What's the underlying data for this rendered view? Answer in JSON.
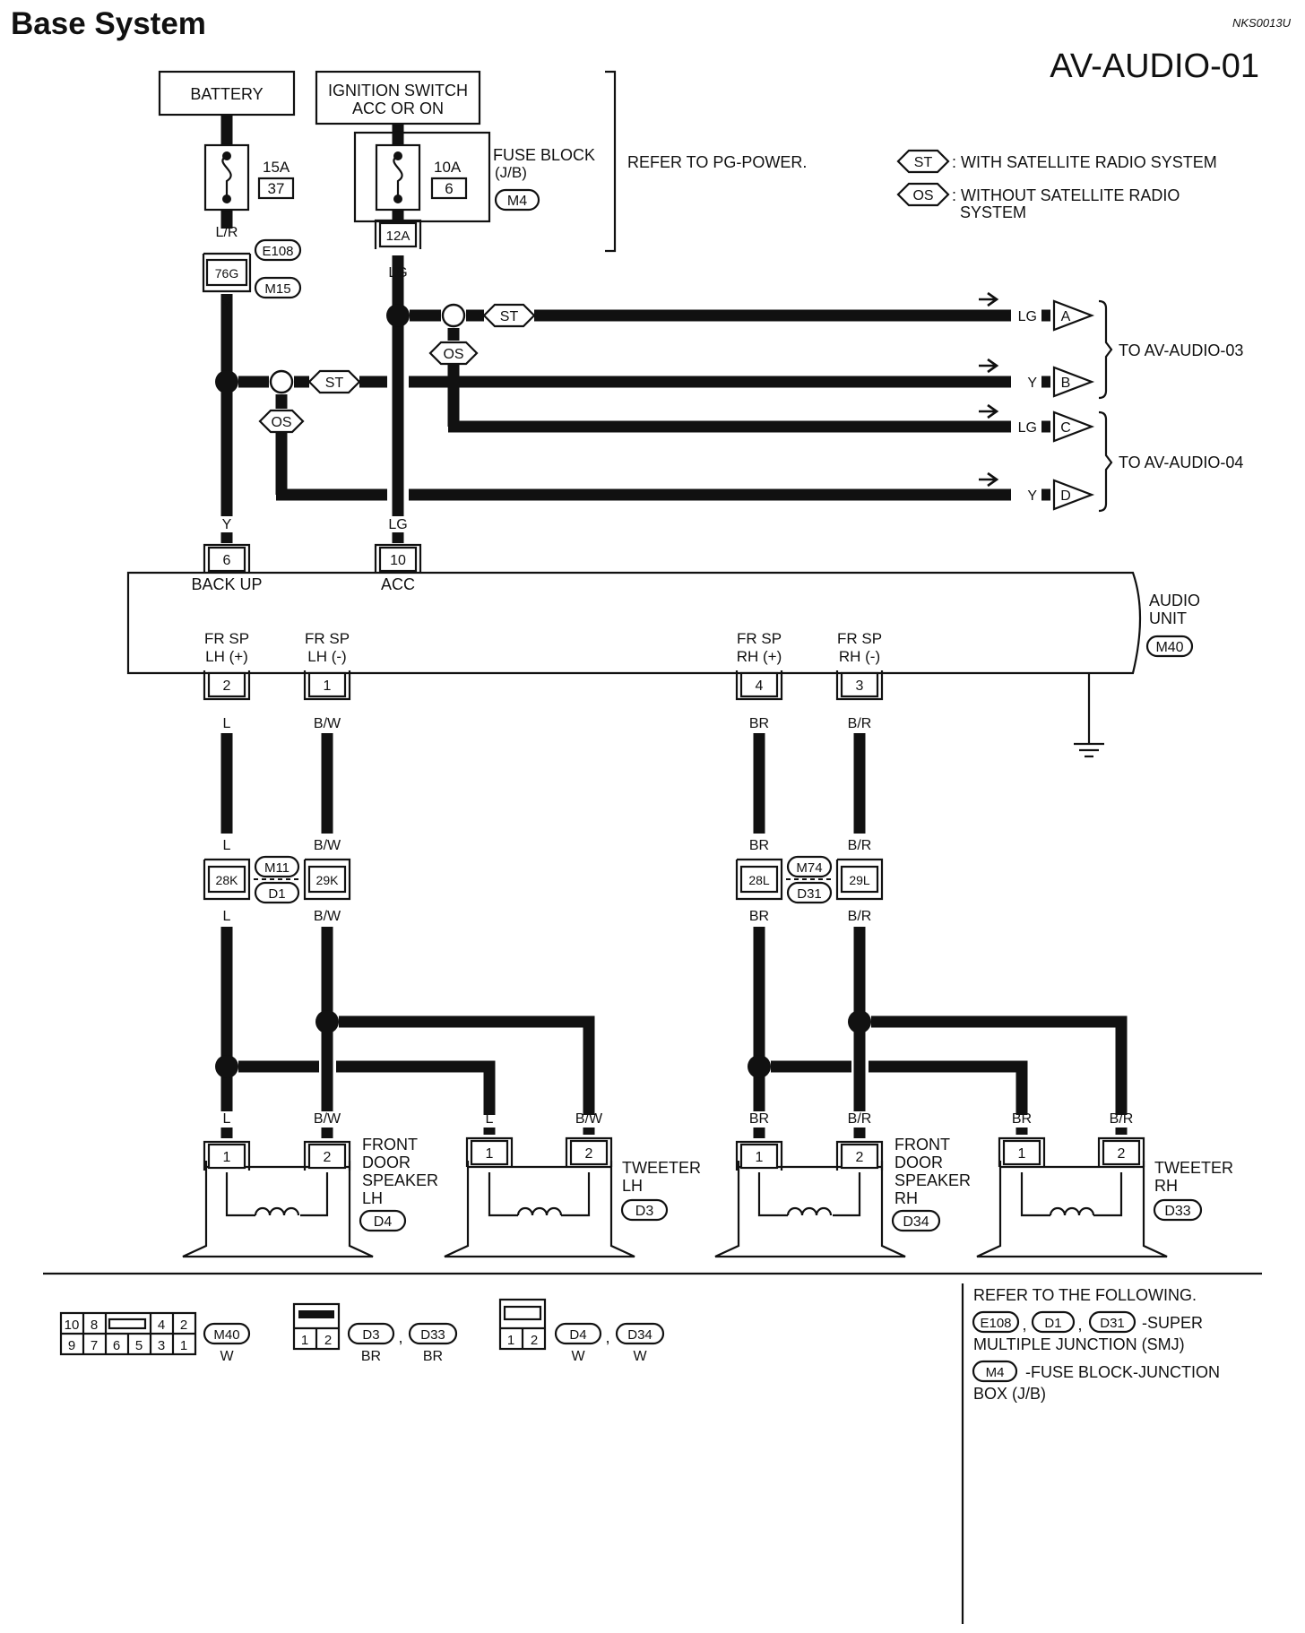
{
  "header": {
    "title": "Base System",
    "doc_code": "NKS0013U",
    "diagram_id": "AV-AUDIO-01"
  },
  "power": {
    "battery": "BATTERY",
    "ignition_line1": "IGNITION SWITCH",
    "ignition_line2": "ACC OR ON",
    "fuse1_amp": "15A",
    "fuse1_no": "37",
    "fuse2_amp": "10A",
    "fuse2_no": "6",
    "fuse_block_line1": "FUSE BLOCK",
    "fuse_block_line2": "(J/B)",
    "fuse_block_conn": "M4",
    "refer_pg": "REFER TO PG-POWER.",
    "conn_12a": "12A",
    "conn_76g": "76G",
    "e108": "E108",
    "m15": "M15"
  },
  "legend": {
    "st": "ST",
    "st_desc": ": WITH SATELLITE RADIO SYSTEM",
    "os": "OS",
    "os_desc_1": ": WITHOUT SATELLITE RADIO",
    "os_desc_2": "SYSTEM"
  },
  "wires": {
    "lr": "L/R",
    "y": "Y",
    "lg": "LG",
    "l": "L",
    "bw": "B/W",
    "br": "BR",
    "b_r": "B/R"
  },
  "outputs": {
    "a": "A",
    "b": "B",
    "c": "C",
    "d": "D",
    "to_03": "TO AV-AUDIO-03",
    "to_04": "TO AV-AUDIO-04"
  },
  "audio_unit": {
    "pin_backup": "6",
    "backup": "BACK UP",
    "pin_acc": "10",
    "acc": "ACC",
    "label_1": "AUDIO",
    "label_2": "UNIT",
    "conn": "M40",
    "fr_sp": "FR SP",
    "lh_plus": "LH (+)",
    "lh_minus": "LH (-)",
    "rh_plus": "RH (+)",
    "rh_minus": "RH (-)",
    "pin_lh_plus": "2",
    "pin_lh_minus": "1",
    "pin_rh_plus": "4",
    "pin_rh_minus": "3"
  },
  "junctions": {
    "lh_left": "28K",
    "lh_right": "29K",
    "lh_top": "M11",
    "lh_bottom": "D1",
    "rh_left": "28L",
    "rh_right": "29L",
    "rh_top": "M74",
    "rh_bottom": "D31"
  },
  "speakers": {
    "pin1": "1",
    "pin2": "2",
    "front_door": "FRONT",
    "door": "DOOR",
    "speaker": "SPEAKER",
    "lh": "LH",
    "rh": "RH",
    "tweeter": "TWEETER",
    "d4": "D4",
    "d3": "D3",
    "d34": "D34",
    "d33": "D33"
  },
  "connectors": {
    "m40_pins_top": [
      "10",
      "8",
      "",
      "4",
      "2"
    ],
    "m40_pins_bottom": [
      "9",
      "7",
      "6",
      "5",
      "3",
      "1"
    ],
    "m40": "M40",
    "m40_color": "W",
    "p1": "1",
    "p2": "2",
    "d3": "D3",
    "d33": "D33",
    "br": "BR",
    "d4": "D4",
    "d34": "D34",
    "w": "W",
    "comma": ","
  },
  "references": {
    "title": "REFER TO THE FOLLOWING.",
    "c1": "E108",
    "c2": "D1",
    "c3": "D31",
    "smj_1": "-SUPER",
    "smj_2": "MULTIPLE JUNCTION (SMJ)",
    "m4": "M4",
    "jb_1": "-FUSE BLOCK-JUNCTION",
    "jb_2": "BOX (J/B)"
  }
}
